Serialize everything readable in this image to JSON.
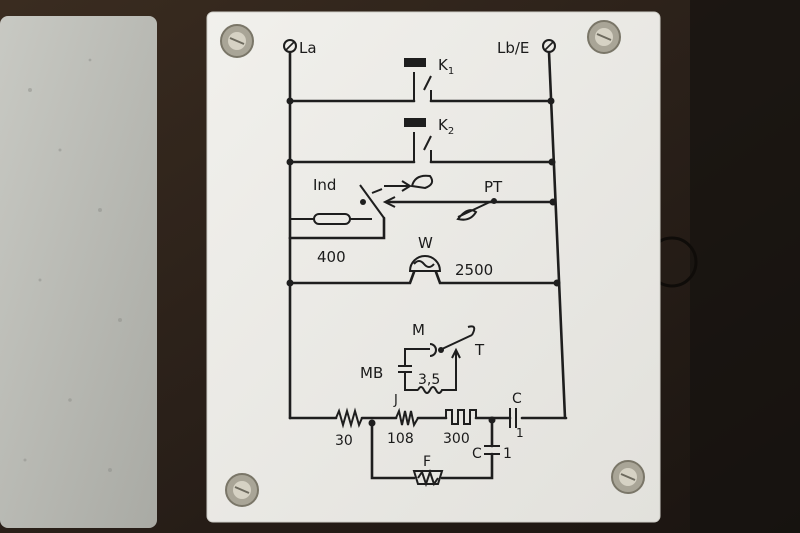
{
  "diagram": {
    "terminal_left": "La",
    "terminal_right": "Lb/E",
    "relay_1": "K",
    "relay_1_sub": "1",
    "relay_2": "K",
    "relay_2_sub": "2",
    "indicator": "Ind",
    "pressure_switch": "PT",
    "resistor_indicator": "400",
    "heater_label": "W",
    "heater_value": "2500",
    "motor": "M",
    "motor_capacitor": "MB",
    "thermostat": "T",
    "motor_resistor": "3,5",
    "resistor_1": "30",
    "resistor_2_label": "J",
    "resistor_2": "108",
    "resistor_3": "300",
    "capacitor_top_label": "C",
    "capacitor_top_value": "1",
    "capacitor_bottom_label": "C",
    "capacitor_bottom_value": "1",
    "fuse": "F"
  },
  "colors": {
    "plate": "#ecebe6",
    "background": "#2b2119",
    "left_panel": "#b9bab4",
    "screw": "#b8b4a4",
    "ink": "#1e1e1e"
  }
}
